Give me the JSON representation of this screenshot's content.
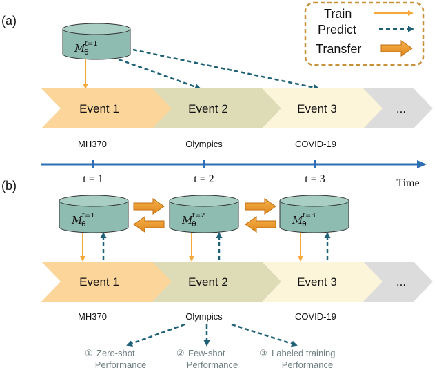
{
  "panel_a": {
    "label": "(a)",
    "model": {
      "symbol": "M",
      "param": "θ",
      "sup": "t=1"
    },
    "events": [
      "Event 1",
      "Event 2",
      "Event 3",
      "..."
    ],
    "event_names": [
      "MH370",
      "Olympics",
      "COVID-19"
    ],
    "timeline": {
      "ticks": [
        "t = 1",
        "t = 2",
        "t = 3"
      ],
      "axis_label": "Time"
    }
  },
  "legend": {
    "train": "Train",
    "predict": "Predict",
    "transfer": "Transfer"
  },
  "panel_b": {
    "label": "(b)",
    "models": [
      {
        "symbol": "M",
        "param": "θ",
        "sup": "t=1"
      },
      {
        "symbol": "M",
        "param": "θ",
        "sup": "t=2"
      },
      {
        "symbol": "M",
        "param": "θ",
        "sup": "t=3"
      }
    ],
    "events": [
      "Event 1",
      "Event 2",
      "Event 3",
      "..."
    ],
    "event_names": [
      "MH370",
      "Olympics",
      "COVID-19"
    ],
    "outcomes": [
      {
        "marker": "①",
        "line1": "Zero-shot",
        "line2": "Performance"
      },
      {
        "marker": "②",
        "line1": "Few-shot",
        "line2": "Performance"
      },
      {
        "marker": "③",
        "line1": "Labeled training",
        "line2": "Performance"
      }
    ]
  },
  "colors": {
    "event1": "#fbd59a",
    "event2": "#dedbb7",
    "event3": "#fdf5d9",
    "event_more": "#dcdcdc",
    "cylinder": "#8fbcb0",
    "train": "#f5a93a",
    "predict": "#1f6176",
    "transfer": "#e08a1e",
    "timeline": "#2d6fb5",
    "legend_border": "#c8923b"
  }
}
